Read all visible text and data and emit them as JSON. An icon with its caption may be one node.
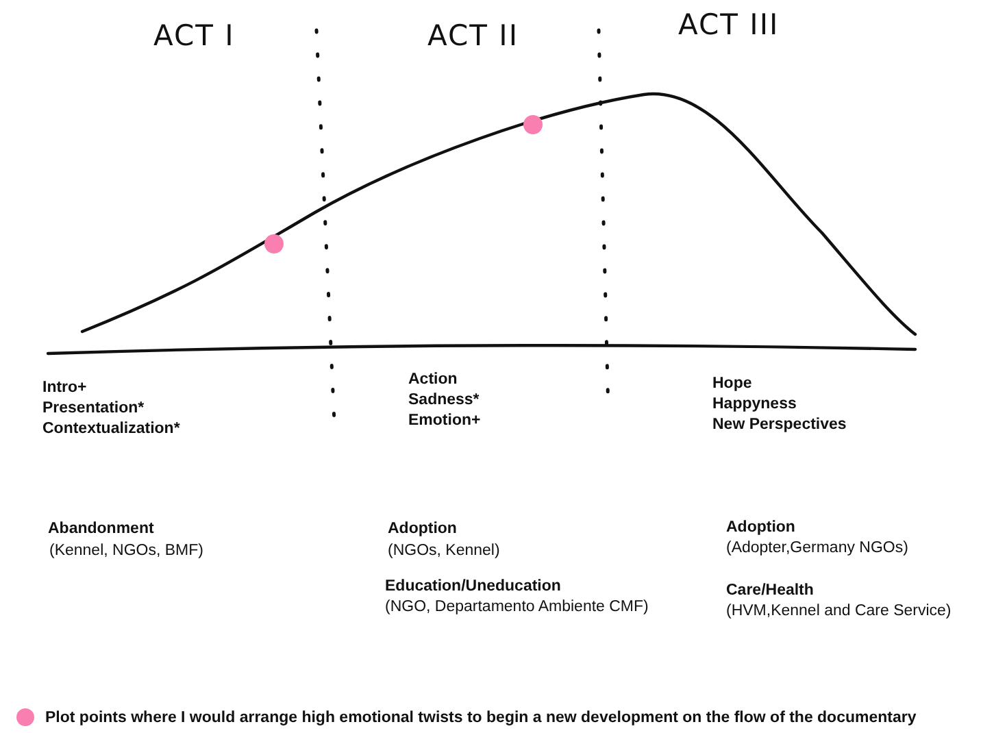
{
  "diagram": {
    "labels": [
      "ACT I",
      "ACT II",
      "ACT III",
      "Intro+",
      "Presentation*",
      "Contextualization*",
      "Action",
      "Sadness*",
      "Emotion+",
      "Hope",
      "Happyness",
      "New Perspectives",
      "Abandonment",
      "(Kennel, NGOs, BMF)",
      "Adoption",
      "(NGOs, Kennel)",
      "Adoption",
      "(Adopter,Germany NGOs)",
      "Education/Uneducation",
      "(NGO, Departamento Ambiente CMF)",
      "Care/Health",
      "(HVM,Kennel and Care Service)"
    ],
    "legend": [
      {
        "text": "Plot points where I would arrange high emotional twists to begin a new development on the flow of the documentary",
        "color": "#f97fb0"
      }
    ]
  }
}
